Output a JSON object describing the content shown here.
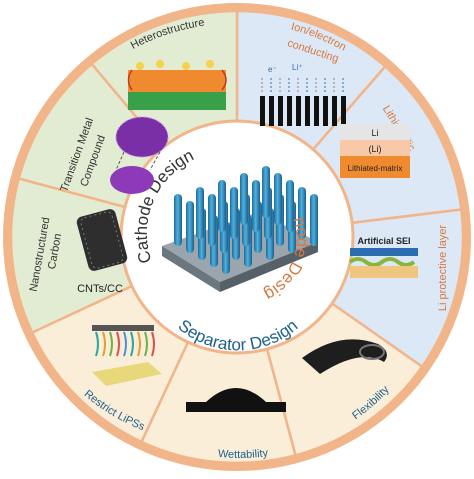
{
  "center": {
    "cathode_title": "Cathode Design",
    "anode_title": "Anode Design",
    "separator_title": "Separator Design"
  },
  "segments": {
    "heterostructure": "Heterostructure",
    "transition_metal_line1": "Transition Metal",
    "transition_metal_line2": "Compound",
    "nanostructured_line1": "Nanostructured",
    "nanostructured_line2": "Carbon",
    "cnts_cc": "CNTs/CC",
    "ion_electron_line1": "Ion/electron",
    "ion_electron_line2": "conducting",
    "lithiophilic": "Lithiophilic",
    "li_protective": "Li protective layer",
    "flexibility": "Flexibility",
    "wettability": "Wettability",
    "restrict_lipss": "Restrict LiPSs"
  },
  "labels": {
    "li": "Li",
    "li_paren": "(Li)",
    "lithiated_matrix": "Lithiated-matrix",
    "artificial_sei": "Artificial SEI",
    "e_minus": "e⁻",
    "li_plus": "Li⁺"
  },
  "colors": {
    "outer_ring": "#f2b58a",
    "cathode_fill": "#e2ecd3",
    "anode_fill": "#dce8f6",
    "separator_fill": "#fbeed9",
    "cathode_text": "#333333",
    "anode_text": "#d8793f",
    "separator_text": "#1d5f8c",
    "pillar": "#2f8fc3",
    "substrate": "#7d8a93"
  }
}
